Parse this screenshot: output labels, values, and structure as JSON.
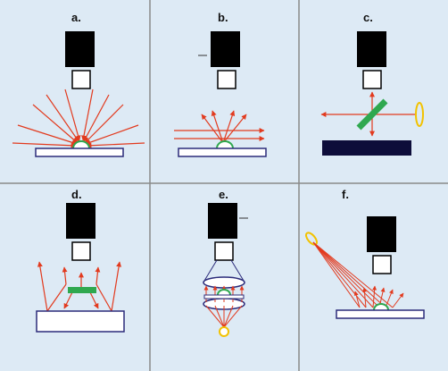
{
  "panels": [
    {
      "label": "a."
    },
    {
      "label": "b."
    },
    {
      "label": "c."
    },
    {
      "label": "d."
    },
    {
      "label": "e."
    },
    {
      "label": "f."
    }
  ],
  "colors": {
    "background": "#ddeaf5",
    "divider": "#8a8a8a",
    "camera_body": "#000000",
    "lens": "#ffffff",
    "light_ray": "#e23a1e",
    "sample": "#2fa84f",
    "surface_outline": "#2b2b7a",
    "dark_surface": "#0d0d3a",
    "lamp": "#f2c200"
  }
}
